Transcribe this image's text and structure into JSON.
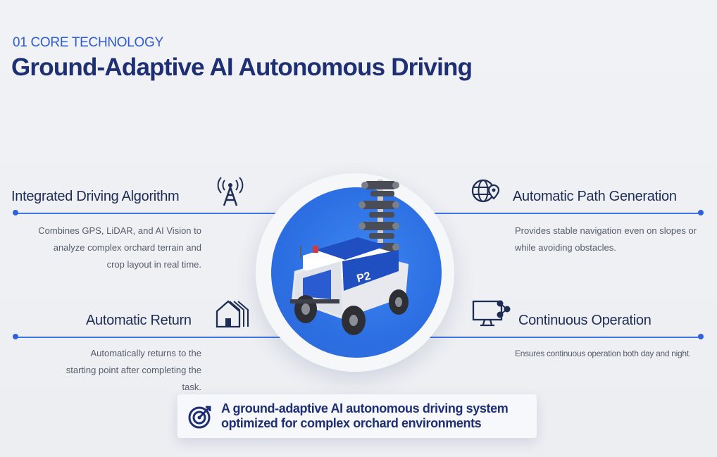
{
  "header": {
    "eyebrow": "01 CORE TECHNOLOGY",
    "title": "Ground-Adaptive AI Autonomous Driving"
  },
  "features": {
    "integrated": {
      "title": "Integrated Driving Algorithm",
      "desc_lines": [
        "Combines GPS, LiDAR, and AI Vision to",
        "analyze complex orchard terrain and",
        "crop layout in real time."
      ],
      "icon": "antenna-tower-icon"
    },
    "path": {
      "title": "Automatic Path Generation",
      "desc_lines": [
        "Provides stable navigation even on slopes or",
        "while avoiding obstacles."
      ],
      "icon": "globe-pin-icon"
    },
    "return": {
      "title": "Automatic Return",
      "desc_lines": [
        "Automatically returns to the",
        "starting point after completing the",
        "task."
      ],
      "icon": "houses-icon"
    },
    "continuous": {
      "title": "Continuous Operation",
      "desc_lines": [
        "Ensures continuous operation both day and night."
      ],
      "icon": "monitor-share-icon"
    }
  },
  "robot": {
    "badge": "P2"
  },
  "banner": {
    "line1": "A ground-adaptive AI autonomous driving system",
    "line2": "optimized for complex orchard environments",
    "icon": "target-icon"
  },
  "colors": {
    "accent": "#2f5bd3",
    "navy": "#1e2f74",
    "orb": "#2d70e4"
  }
}
